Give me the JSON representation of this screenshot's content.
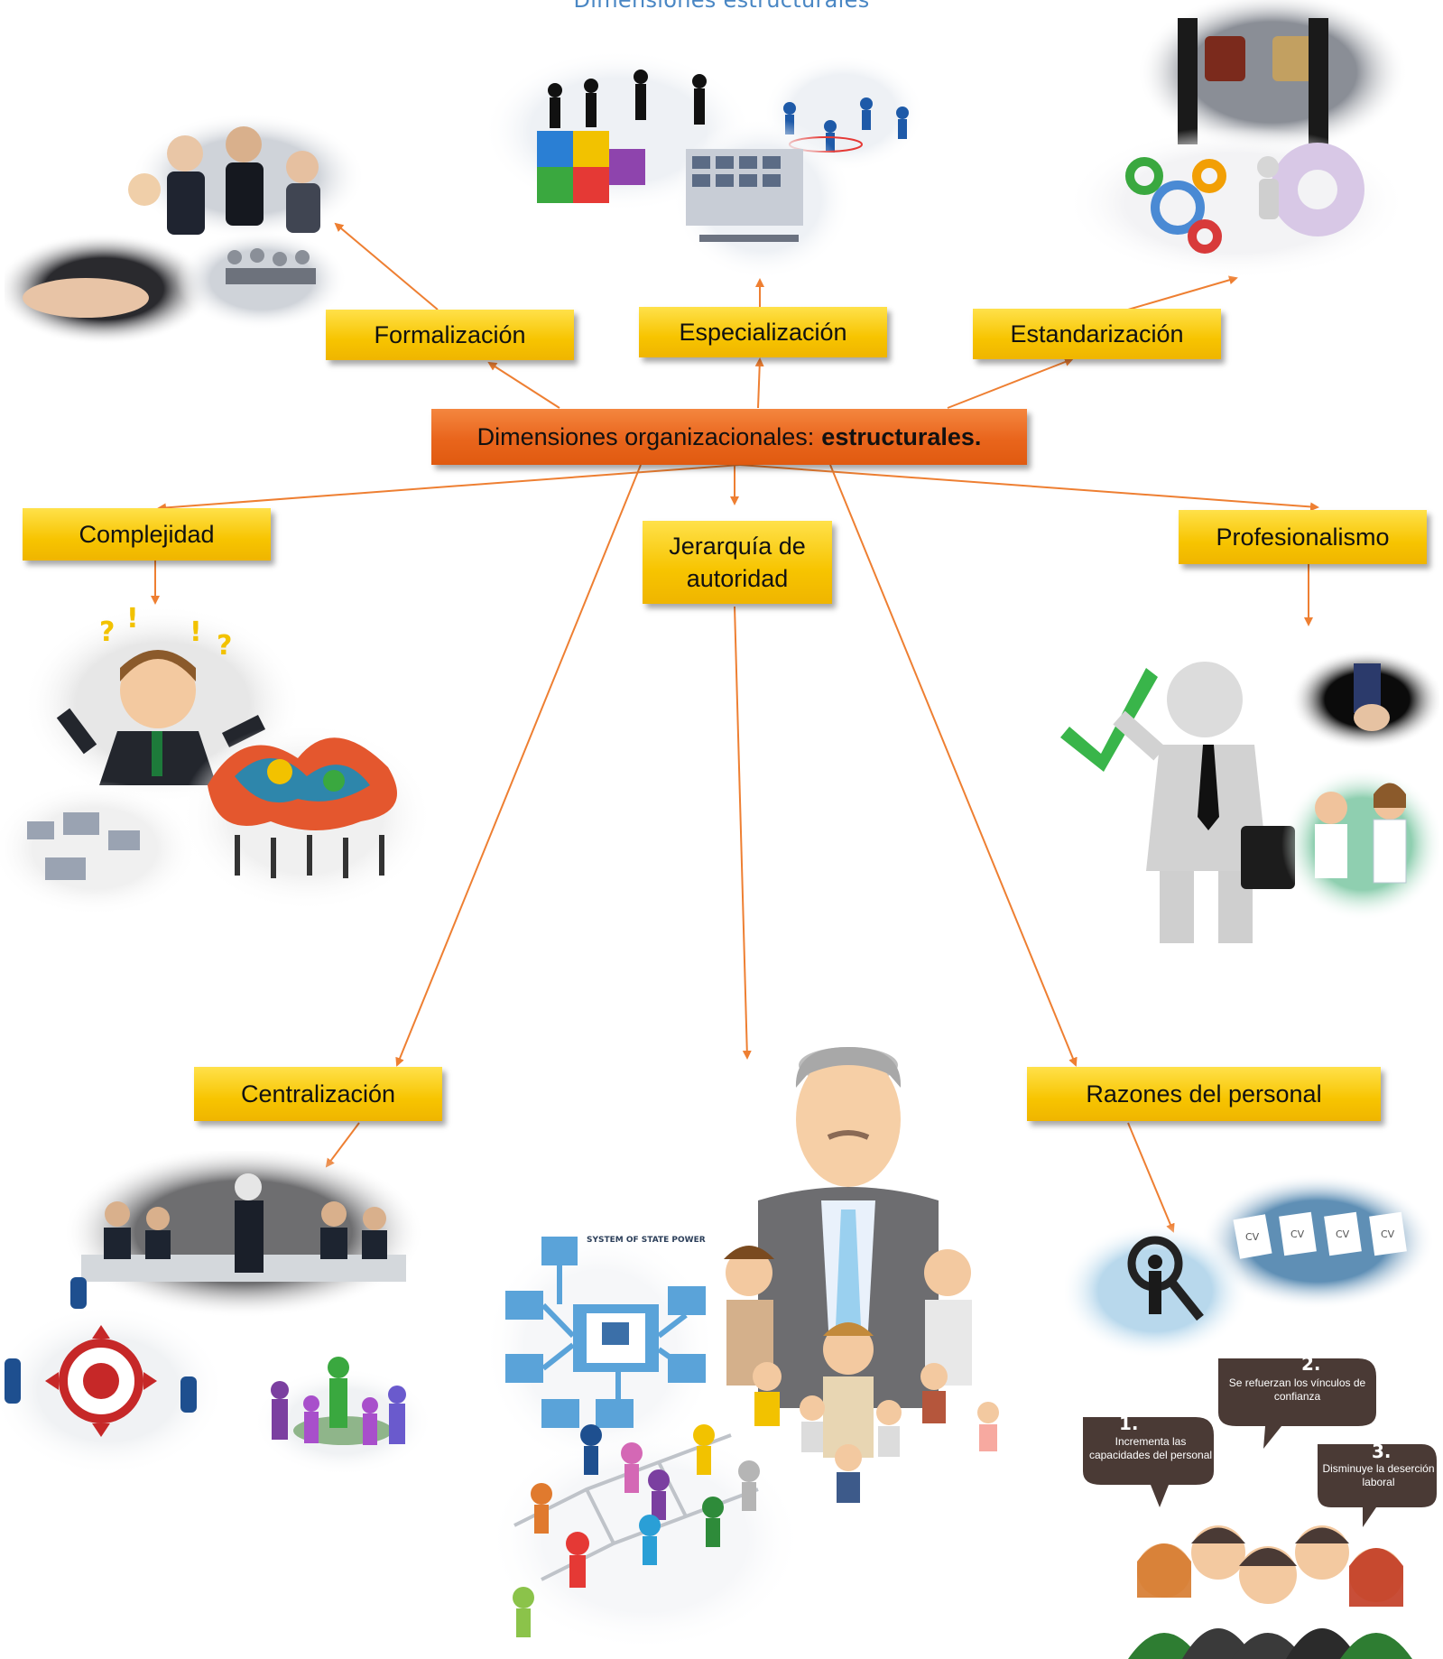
{
  "title": "Dimensiones estructurales",
  "center": {
    "label": "Dimensiones organizacionales:",
    "label_bold": "estructurales."
  },
  "dimensions": {
    "formalizacion": "Formalización",
    "especializacion": "Especialización",
    "estandarizacion": "Estandarización",
    "complejidad": "Complejidad",
    "jerarquia": "Jerarquía de autoridad",
    "profesionalismo": "Profesionalismo",
    "centralizacion": "Centralización",
    "razones": "Razones del personal"
  },
  "image_texts": {
    "org_system": "SYSTEM OF STATE POWER",
    "cv": "CV",
    "benefit_1_num": "1.",
    "benefit_1": "Incrementa las capacidades del personal",
    "benefit_2_num": "2.",
    "benefit_2": "Se refuerzan los vínculos de confianza",
    "benefit_3_num": "3.",
    "benefit_3": "Disminuye la deserción laboral"
  },
  "colors": {
    "title": "#4a87c4",
    "box": "#f7c400",
    "center": "#e9651c",
    "arrow": "#ee7f32"
  },
  "icons": {
    "check": "green-checkmark-icon",
    "target": "target-icon",
    "search": "magnifier-icon",
    "gear": "gear-icon",
    "puzzle": "puzzle-icon"
  }
}
